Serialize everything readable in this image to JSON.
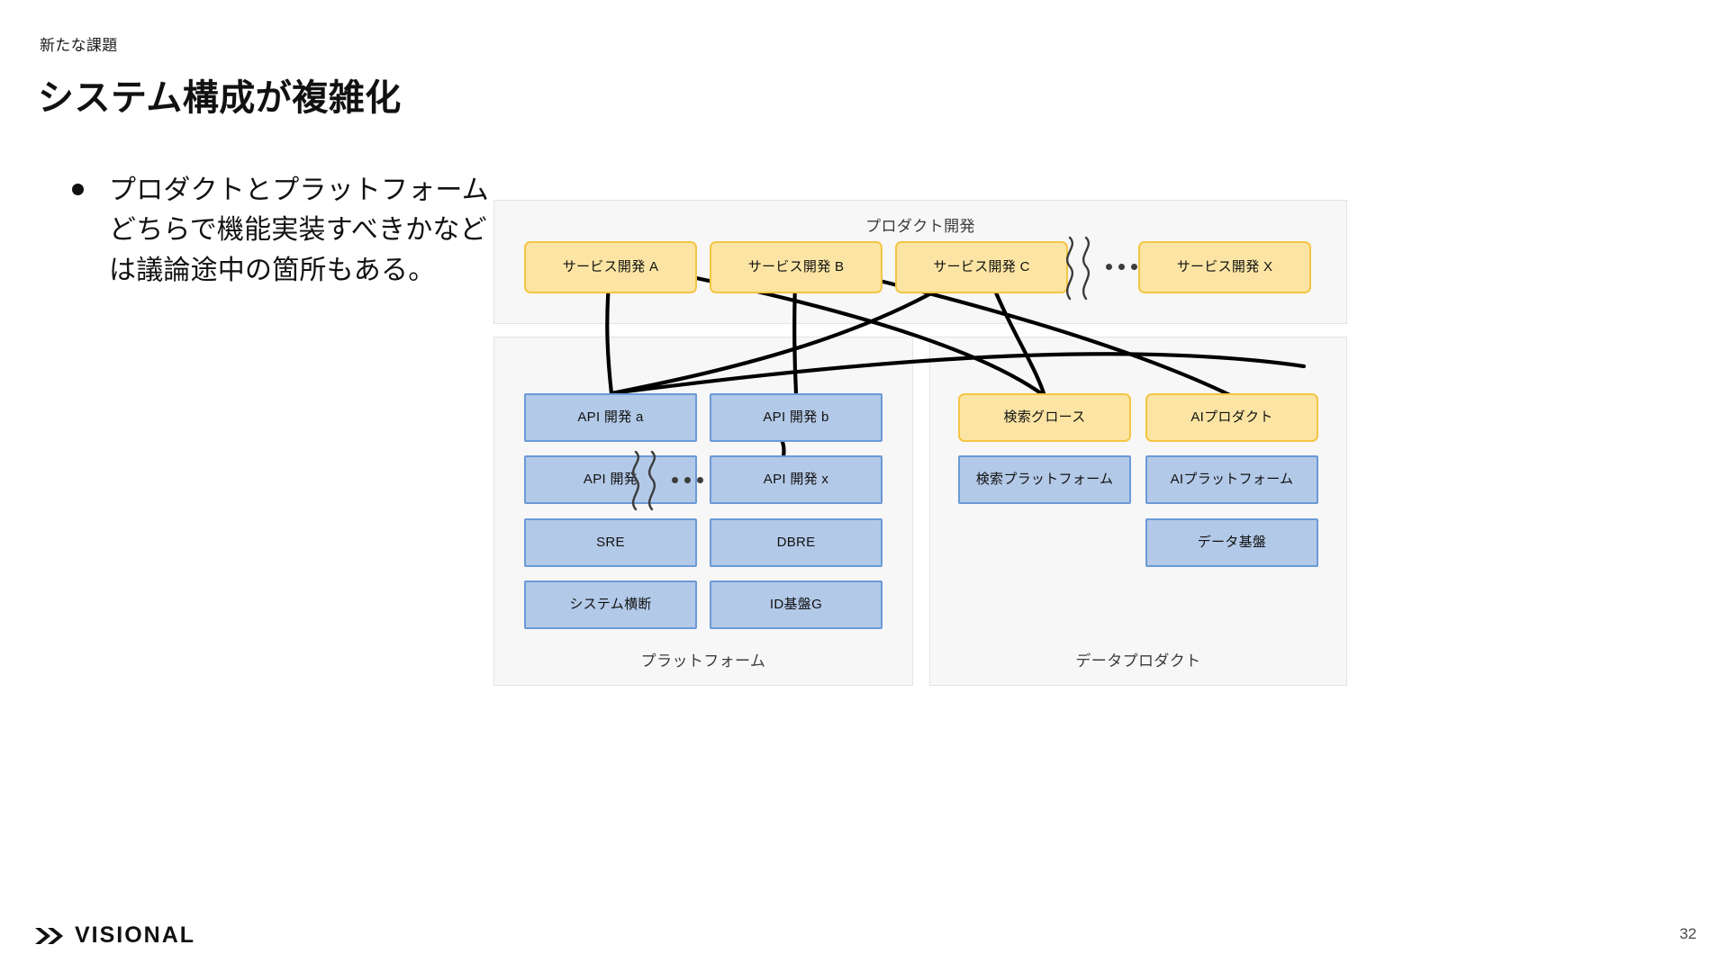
{
  "slide": {
    "eyebrow": "新たな課題",
    "title": "システム構成が複雑化",
    "page_number": "32",
    "logo_text": "VISIONAL"
  },
  "bullets": [
    {
      "text": "プロダクトとプラットフォームどちらで機能実装すべきかなどは議論途中の箇所もある。"
    }
  ],
  "diagram": {
    "panels": {
      "product": {
        "label": "プロダクト開発",
        "label_position": "top"
      },
      "platform": {
        "label": "プラットフォーム",
        "label_position": "bottom"
      },
      "data": {
        "label": "データプロダクト",
        "label_position": "bottom"
      }
    },
    "nodes": {
      "service_a": {
        "label": "サービス開発 A",
        "color": "yellow"
      },
      "service_b": {
        "label": "サービス開発 B",
        "color": "yellow"
      },
      "service_c": {
        "label": "サービス開発 C",
        "color": "yellow"
      },
      "service_x": {
        "label": "サービス開発 X",
        "color": "yellow"
      },
      "api_a": {
        "label": "API 開発  a",
        "color": "blue"
      },
      "api_b": {
        "label": "API 開発  b",
        "color": "blue"
      },
      "api_w": {
        "label": "API 開発",
        "color": "blue"
      },
      "api_x": {
        "label": "API 開発  x",
        "color": "blue"
      },
      "sre": {
        "label": "SRE",
        "color": "blue"
      },
      "dbre": {
        "label": "DBRE",
        "color": "blue"
      },
      "system_cross": {
        "label": "システム横断",
        "color": "blue"
      },
      "id_base_g": {
        "label": "ID基盤G",
        "color": "blue"
      },
      "search_growth": {
        "label": "検索グロース",
        "color": "yellow"
      },
      "ai_product": {
        "label": "AIプロダクト",
        "color": "yellow"
      },
      "search_platform": {
        "label": "検索プラットフォーム",
        "color": "blue"
      },
      "ai_platform": {
        "label": "AIプラットフォーム",
        "color": "blue"
      },
      "data_base": {
        "label": "データ基盤",
        "color": "blue"
      }
    },
    "ellipsis": {
      "label": "•••"
    }
  },
  "colors": {
    "yellow_fill": "#FCE5A4",
    "yellow_border": "#F4C544",
    "blue_fill": "#B3C9E8",
    "blue_border": "#6B9AD6",
    "panel_fill": "#F7F7F7",
    "panel_border": "#E3E3E3",
    "connector": "#000000",
    "text": "#111111"
  }
}
